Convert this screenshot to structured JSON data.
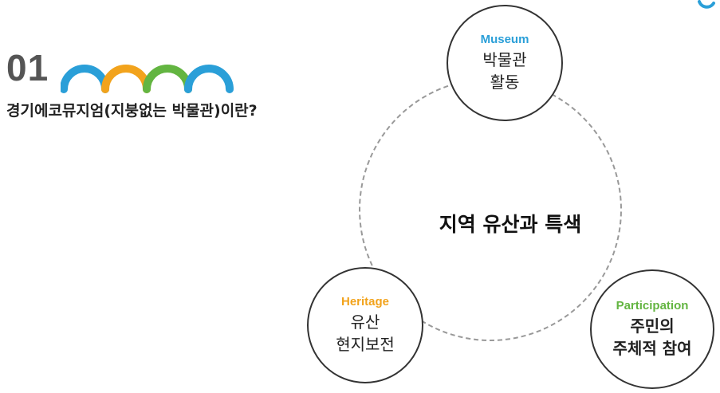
{
  "header": {
    "section_number": "01",
    "subtitle": "경기에코뮤지엄(지붕없는 박물관)이란?"
  },
  "colors": {
    "museum": "#2a9fd8",
    "heritage": "#f2a31c",
    "participation": "#63b541",
    "arch_colors": [
      "#2a9fd8",
      "#f2a31c",
      "#63b541",
      "#2a9fd8"
    ]
  },
  "diagram": {
    "center": "지역 유산과 특색",
    "museum": {
      "en": "Museum",
      "kr_line1": "박물관",
      "kr_line2": "활동"
    },
    "heritage": {
      "en": "Heritage",
      "kr_line1": "유산",
      "kr_line2": "현지보전"
    },
    "participation": {
      "en": "Participation",
      "kr_line1": "주민의",
      "kr_line2": "주체적 참여"
    }
  }
}
